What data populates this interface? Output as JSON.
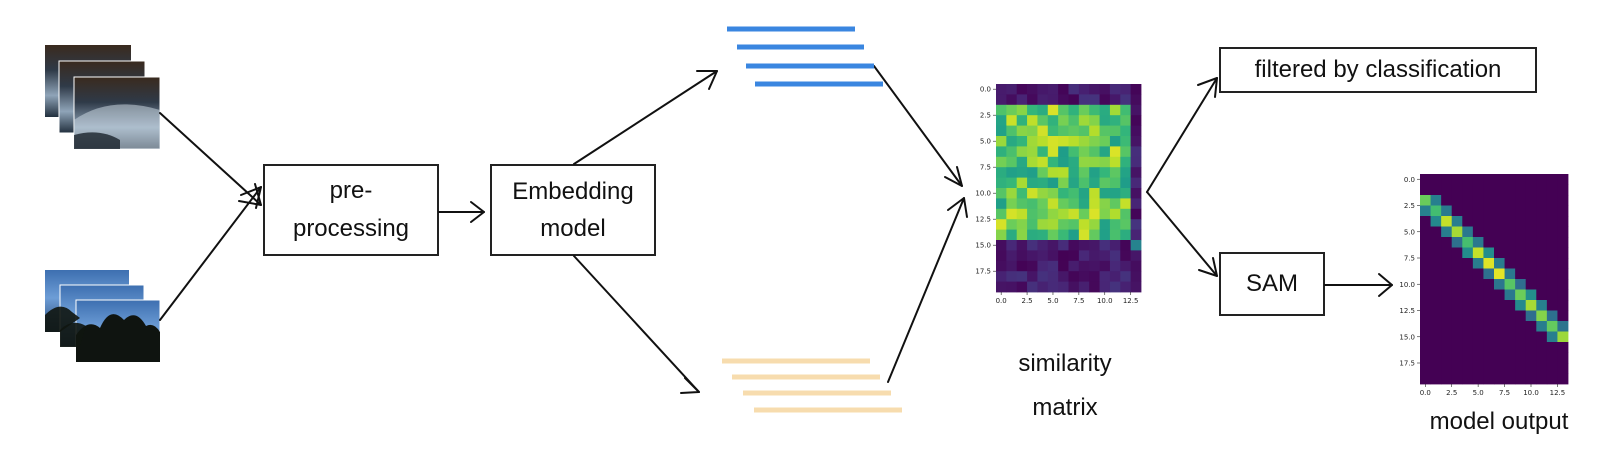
{
  "boxes": {
    "preprocessing": "pre-\nprocessing",
    "embedding": "Embedding\nmodel",
    "filtered": "filtered by classification",
    "sam": "SAM"
  },
  "captions": {
    "similarity": "similarity\nmatrix",
    "model_output": "model output"
  },
  "colors": {
    "blue_embeddings": "#3a86e0",
    "orange_embeddings": "#f7dcae",
    "arrow": "#111111",
    "heatmap_low": "#440154",
    "heatmap_mid": "#21908c",
    "heatmap_high": "#fde725"
  },
  "icons": {
    "image_stack_1": "photo-stack-night-sky",
    "image_stack_2": "photo-stack-trees-blue-sky"
  },
  "chart_data": [
    {
      "type": "heatmap",
      "name_ref": "similarity matrix",
      "rows": 20,
      "cols": 14,
      "x_ticks": [
        "0.0",
        "2.5",
        "5.0",
        "7.5",
        "10.0",
        "12.5"
      ],
      "y_ticks": [
        "0.0",
        "2.5",
        "5.0",
        "7.5",
        "10.0",
        "12.5",
        "15.0",
        "17.5"
      ],
      "high_block": {
        "rows": [
          2,
          14
        ],
        "cols": [
          0,
          12
        ]
      },
      "high_range": [
        0.55,
        0.95
      ],
      "low_range": [
        0.0,
        0.15
      ]
    },
    {
      "type": "heatmap",
      "name_ref": "model output",
      "rows": 20,
      "cols": 14,
      "x_ticks": [
        "0.0",
        "2.5",
        "5.0",
        "7.5",
        "10.0",
        "12.5"
      ],
      "y_ticks": [
        "0.0",
        "2.5",
        "5.0",
        "7.5",
        "10.0",
        "12.5",
        "15.0",
        "17.5"
      ],
      "diagonal": {
        "start_row": 2,
        "start_col": 0,
        "length": 14
      }
    }
  ]
}
